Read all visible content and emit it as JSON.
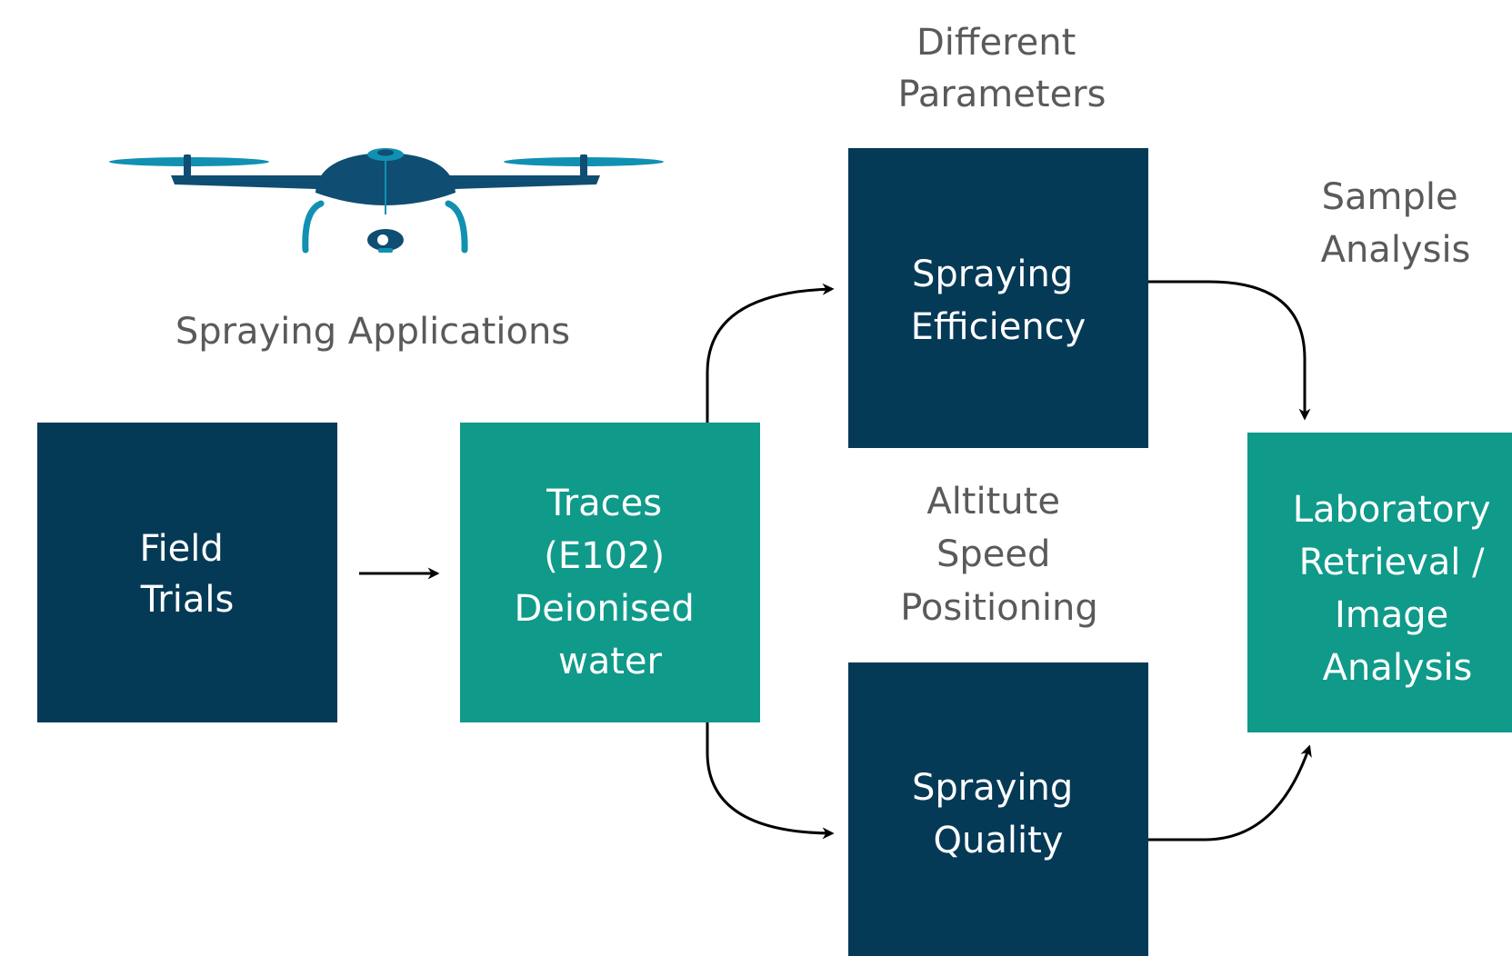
{
  "colors": {
    "dark_box": "#053a57",
    "teal_box": "#0f9a8a",
    "label_text": "#5a5a5a",
    "drone_body": "#0f4d73",
    "drone_accent": "#1190b2",
    "connector": "#000000"
  },
  "labels": {
    "drone_caption": "Spraying Applications",
    "different_parameters": [
      "Different",
      "Parameters"
    ],
    "sample_analysis": [
      "Sample",
      "Analysis"
    ],
    "parameters_list": [
      "Altitute",
      "Speed",
      "Positioning"
    ]
  },
  "boxes": {
    "field_trials": [
      "Field",
      "Trials"
    ],
    "traces": [
      "Traces",
      "(E102)",
      "Deionised",
      "water"
    ],
    "spraying_efficiency": [
      "Spraying",
      "Efficiency"
    ],
    "spraying_quality": [
      "Spraying",
      "Quality"
    ],
    "laboratory": [
      "Laboratory",
      "Retrieval /",
      "Image",
      "Analysis"
    ]
  },
  "icons": {
    "drone": "drone-icon"
  }
}
